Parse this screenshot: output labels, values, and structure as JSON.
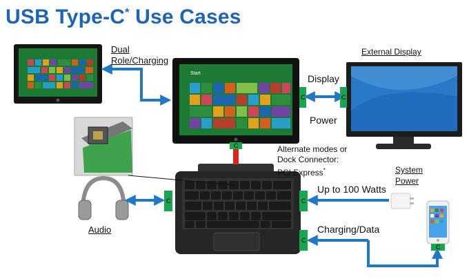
{
  "title": {
    "text": "USB Type-C",
    "mark": "*",
    "suffix": " Use Cases"
  },
  "labels": {
    "dual_role_line1": "Dual",
    "dual_role_line2": "Role/Charging",
    "external_display": "External Display",
    "display": "Display",
    "power": "Power",
    "alt_modes_line1": "Alternate modes or",
    "alt_modes_line2": "Dock Connector:",
    "alt_modes_line3": "PCI Express",
    "alt_modes_mark": "*",
    "system_power_line1": "System",
    "system_power_line2": "Power",
    "up_to_100": "Up to 100 Watts",
    "audio": "Audio",
    "charging_data": "Charging/Data"
  },
  "port_letter": "C",
  "tablet_screen_text": "Start",
  "colors": {
    "title": "#1b64b8",
    "arrow": "#1f78c8",
    "port": "#18a650",
    "dock_link": "#d72a1e",
    "screen_bg": "#1c7a33"
  }
}
